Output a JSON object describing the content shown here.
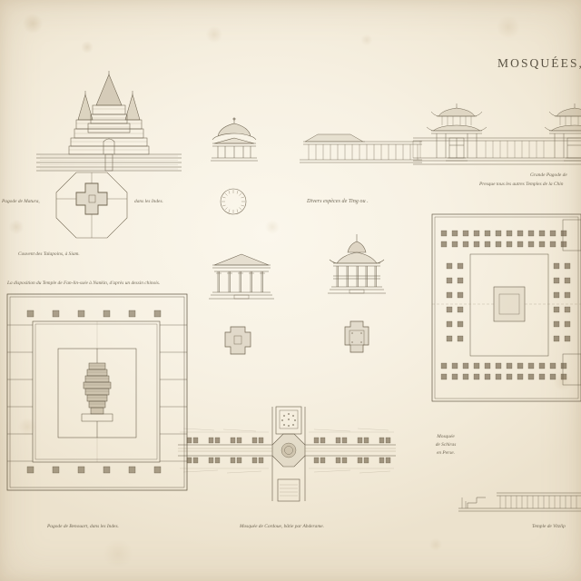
{
  "plate": {
    "title": "MOSQUÉES,",
    "paper_color": "#f6f0e2",
    "ink_color": "#4a412f"
  },
  "figures": [
    {
      "id": "pagode-matura-elevation",
      "name": "Pagode de Matura elevation",
      "caption_left": "Pagode de Matura,",
      "caption_right": "dans les Indes."
    },
    {
      "id": "pagode-matura-plan",
      "name": "Octagonal plan with cruciform core",
      "caption": "Couvent des Talapoins, à Siam."
    },
    {
      "id": "temple-fan-lin-sse-plan",
      "name": "Large square temple enclosure plan",
      "caption": "La disposition du Temple de Fan-lin-ssée à Nankin, d'après un dessin chinois.",
      "bottom_caption": "Pagode de Benouart, dans les Indes."
    },
    {
      "id": "ting-pavilions",
      "name": "Chinese Ting pavilions",
      "caption": "Divers espèces de Ting ou ."
    },
    {
      "id": "grande-pagode-chine",
      "name": "Chinese pagoda gateways and colonnade",
      "caption_line1": "Grande Pagode de ",
      "caption_line2": "Presque tous les autres Temples de la Chin"
    },
    {
      "id": "mosquee-schiras-plan",
      "name": "Mosque of Shiraz plan",
      "caption_line1": "Mosquée",
      "caption_line2": "de Schiras",
      "caption_line3": "en Perse."
    },
    {
      "id": "mosquee-cordoue-plan",
      "name": "Mosque of Cordoba plan",
      "caption": "Mosquée de Cordoue, bâtie par Abderame."
    },
    {
      "id": "temple-vitzliputzli",
      "name": "Temple section at lower right",
      "caption": "Temple de Vitzlip"
    }
  ]
}
